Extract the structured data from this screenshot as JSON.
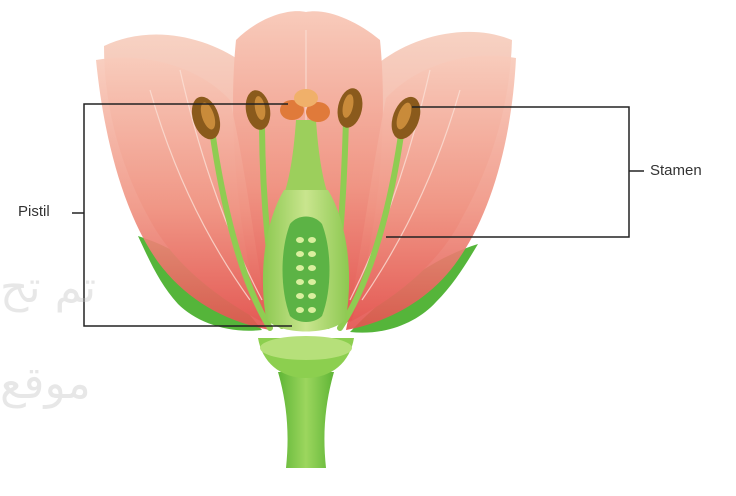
{
  "labels": {
    "pistil": "Pistil",
    "stamen": "Stamen"
  },
  "watermark": {
    "line1": "تم تح",
    "line2": "موقع"
  },
  "colors": {
    "petal_light": "#f7c3b3",
    "petal_deep": "#e8605a",
    "sepal_green": "#5dbb3f",
    "stem_green": "#7cc84a",
    "pistil_green": "#a9d66b",
    "anther_brown": "#8a5a1c",
    "stigma_orange": "#e07a3a",
    "leader_line": "#222222"
  }
}
